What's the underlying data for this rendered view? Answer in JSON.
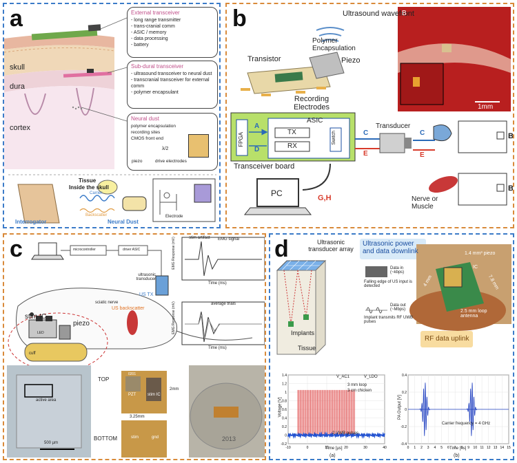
{
  "panels": {
    "a": {
      "letter": "a",
      "regions": {
        "skull": "skull",
        "dura": "dura",
        "cortex": "cortex"
      },
      "external": {
        "title": "External transceiver",
        "items": [
          "- long range transmitter",
          "- trans-cranial comm",
          "- ASIC / memory",
          "- data processing",
          "- battery"
        ]
      },
      "subdural": {
        "title": "Sub-dural transceiver",
        "items": [
          "- ultrasound transceiver to neural dust",
          "- transcranial transceiver for external comm",
          "- polymer encapsulant"
        ]
      },
      "dust": {
        "title": "Neural dust",
        "items": [
          "polymer encapsulation",
          "recording sites",
          "CMOS front end"
        ],
        "lambda": "λ/2",
        "piezo": "piezo",
        "drive": "drive electrodes"
      },
      "bottom": {
        "tissue": "Tissue",
        "inside": "Inside the skull",
        "carrier": "Carrier",
        "backscatter": "Backscatter",
        "interrogator": "Interrogator",
        "neural_dust": "Neural Dust",
        "electrode": "Electrode"
      }
    },
    "b": {
      "letter": "b",
      "wavefront": "Ultrasound wavefront",
      "polymer": "Polymer Encapsulation",
      "piezo": "Piezo",
      "transistor": "Transistor",
      "recording": "Recording Electrodes",
      "photo_b": "B",
      "scalebar": "1mm",
      "asic": "ASIC",
      "fpga": "FPGA",
      "tx": "TX",
      "rx": "RX",
      "switch": "Switch",
      "a": "A",
      "d": "D",
      "c": "C",
      "e": "E",
      "transceiver_board": "Transceiver board",
      "transducer": "Transducer",
      "pc": "PC",
      "gh": "G,H",
      "nerve": "Nerve or Muscle",
      "b_top": "B",
      "b_bottom": "B"
    },
    "c": {
      "letter": "c",
      "microcontroller": "microcontroller",
      "driver": "driver ASIC",
      "ultrasonic": "ultrasonic transducer",
      "us_tx": "US TX",
      "sciatic": "sciatic nerve",
      "backscatter": "US backscatter",
      "stim_ic": "stim IC",
      "piezo": "piezo",
      "cuff": "cuff",
      "ic_led": "LED",
      "stim_artifact": "stim artifact",
      "emg": "EMG signal",
      "avg": "average trials",
      "ylabel": "EMG Response (mV)",
      "xlabel": "Time (ms)",
      "active": "active area",
      "scale": "500 µm",
      "top": "TOP",
      "bottom": "BOTTOM",
      "pzt": "PZT",
      "stim_ic_photo": "stim IC",
      "dim_w": "3.25mm",
      "dim_h": "2mm",
      "stim": "stim",
      "gnd": "gnd",
      "c0201": "0201",
      "coin": "2013"
    },
    "d": {
      "letter": "d",
      "array": "Ultrasonic transducer array",
      "power_title": "Ultrasonic power and data downlink",
      "data_in": "Data in (~kbps)",
      "falling": "Falling edge of US input is detected",
      "data_out": "Data out (~Mbps)",
      "implant_tx": "Implant transmits RF UWB pulses",
      "implants": "Implants",
      "tissue": "Tissue",
      "rf_title": "RF data uplink",
      "dim_w": "4 mm",
      "dim_l": "7.8 mm",
      "piezo": "1.4 mm³ piezo",
      "ic": "IC",
      "antenna": "2.5 mm loop antenna",
      "chart_a": {
        "title_vac": "V_AC1",
        "title_vldo": "V_LDO",
        "note1": "3 mm loop",
        "note2": "3 cm chicken",
        "pulses": "2 UWB pulses",
        "ylabel": "Voltage [V]",
        "xlabel": "Time [µs]",
        "sub": "(a)"
      },
      "chart_b": {
        "ylabel": "PA Output [V]",
        "xlabel": "Time [ns]",
        "annot": "Carrier frequency = 4 GHz",
        "sub": "(b)"
      }
    }
  },
  "chart_data": [
    {
      "type": "line",
      "xlabel": "Time [µs]",
      "ylabel": "Voltage [V]",
      "xlim": [
        -10,
        40
      ],
      "ylim": [
        -0.2,
        1.4
      ],
      "x_ticks": [
        -10,
        0,
        10,
        20,
        30,
        40
      ],
      "y_ticks": [
        -0.2,
        0,
        0.2,
        0.4,
        0.6,
        0.8,
        1.0,
        1.2,
        1.4
      ],
      "series": [
        {
          "name": "V_AC1",
          "x": [
            -5,
            25
          ],
          "y": [
            1.05,
            1.05
          ]
        },
        {
          "name": "V_LDO",
          "x": [
            -10,
            40
          ],
          "y": [
            0.0,
            0.0
          ]
        }
      ]
    },
    {
      "type": "line",
      "xlabel": "Time [ns]",
      "ylabel": "PA Output [V]",
      "xlim": [
        0,
        15
      ],
      "ylim": [
        -0.4,
        0.4
      ],
      "x_ticks": [
        0,
        1,
        2,
        3,
        4,
        5,
        6,
        7,
        8,
        9,
        10,
        11,
        12,
        13,
        14,
        15
      ],
      "y_ticks": [
        -0.4,
        -0.2,
        0,
        0.2,
        0.4
      ],
      "series": [
        {
          "name": "",
          "x": [
            2.5,
            9.5
          ],
          "y": [
            0.32,
            0.32
          ]
        }
      ]
    }
  ]
}
